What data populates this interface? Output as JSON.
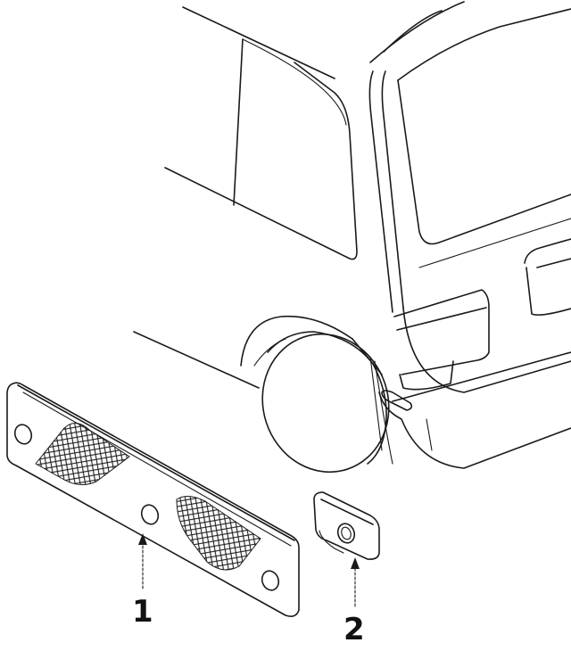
{
  "diagram": {
    "callouts": [
      {
        "id": "part-1",
        "label": "1"
      },
      {
        "id": "part-2",
        "label": "2"
      }
    ],
    "colors": {
      "line": "#1a1a1a",
      "background": "#ffffff"
    }
  }
}
